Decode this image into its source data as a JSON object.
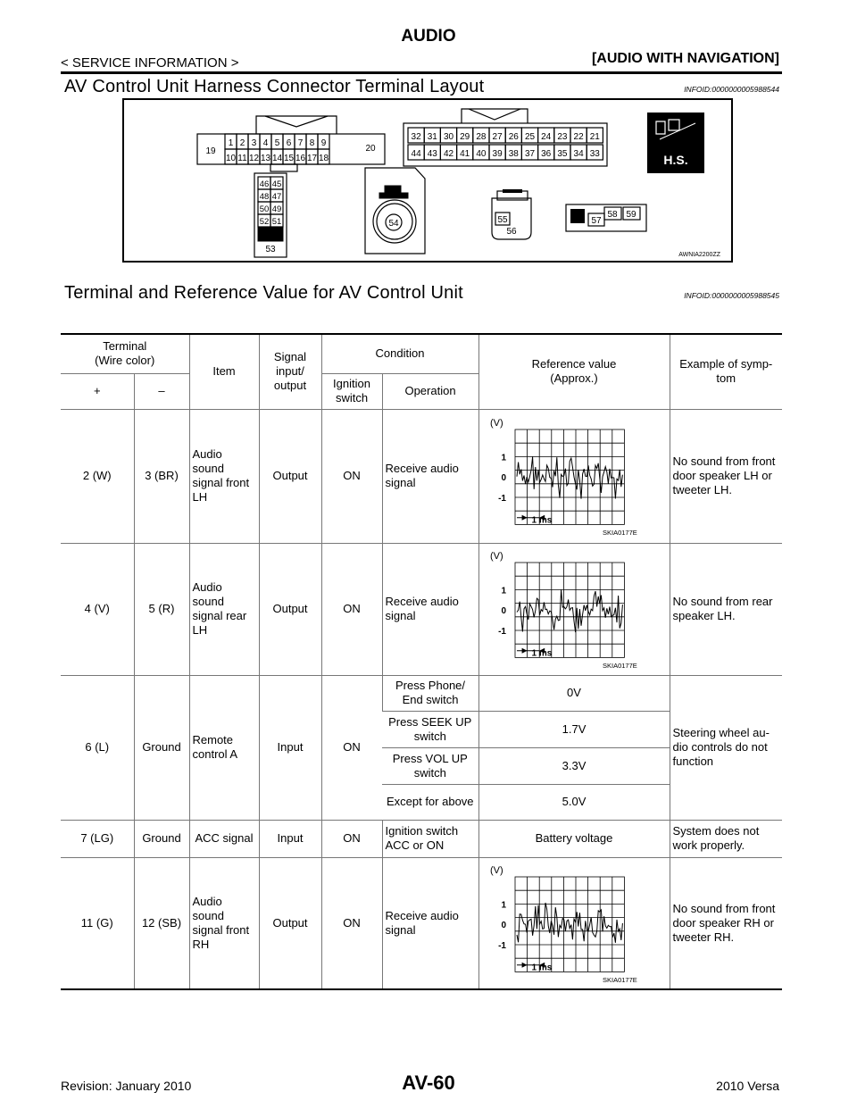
{
  "header": {
    "section": "AUDIO",
    "breadcrumb": "< SERVICE INFORMATION >",
    "subsection": "[AUDIO WITH NAVIGATION]"
  },
  "section1": {
    "title": "AV Control Unit Harness Connector Terminal Layout",
    "infoid": "INFOID:0000000005988544"
  },
  "diagram": {
    "code": "AWNIA2200ZZ",
    "hs_label": "H.S.",
    "connector_a": {
      "left_label": "19",
      "right_label": "20",
      "top_row": [
        "1",
        "2",
        "3",
        "4",
        "5",
        "6",
        "7",
        "8",
        "9"
      ],
      "bottom_row": [
        "10",
        "11",
        "12",
        "13",
        "14",
        "15",
        "16",
        "17",
        "18"
      ]
    },
    "connector_b": {
      "top_row": [
        "32",
        "31",
        "30",
        "29",
        "28",
        "27",
        "26",
        "25",
        "24",
        "23",
        "22",
        "21"
      ],
      "bottom_row": [
        "44",
        "43",
        "42",
        "41",
        "40",
        "39",
        "38",
        "37",
        "36",
        "35",
        "34",
        "33"
      ]
    },
    "connector_c": {
      "rows": [
        [
          "46",
          "45"
        ],
        [
          "48",
          "47"
        ],
        [
          "50",
          "49"
        ],
        [
          "52",
          "51"
        ]
      ],
      "bottom_label": "53"
    },
    "connector_d": {
      "label": "54"
    },
    "connector_e": {
      "top": "55",
      "bottom": "56"
    },
    "connector_f": {
      "labels": [
        "57",
        "58",
        "59"
      ]
    }
  },
  "section2": {
    "title": "Terminal and Reference Value for AV Control Unit",
    "infoid": "INFOID:0000000005988545"
  },
  "table": {
    "headers": {
      "terminal": "Terminal\n(Wire color)",
      "plus": "+",
      "minus": "–",
      "item": "Item",
      "signal": "Signal\ninput/\noutput",
      "condition": "Condition",
      "ignition": "Ignition\nswitch",
      "operation": "Operation",
      "reference": "Reference value\n(Approx.)",
      "symptom": "Example of symp-\ntom"
    },
    "waveform": {
      "unit": "(V)",
      "y_ticks": [
        "1",
        "0",
        "-1"
      ],
      "time_label": "1 ms",
      "code": "SKIA0177E"
    },
    "rows": [
      {
        "plus": "2 (W)",
        "minus": "3 (BR)",
        "item": "Audio sound signal front LH",
        "signal": "Output",
        "ignition": "ON",
        "operation": "Receive audio signal",
        "symptom": "No sound from front door speaker LH or tweeter LH."
      },
      {
        "plus": "4 (V)",
        "minus": "5 (R)",
        "item": "Audio sound signal rear LH",
        "signal": "Output",
        "ignition": "ON",
        "operation": "Receive audio signal",
        "symptom": "No sound from rear speaker LH."
      },
      {
        "plus": "6 (L)",
        "minus": "Ground",
        "item": "Remote control A",
        "signal": "Input",
        "ignition": "ON",
        "sub": [
          {
            "operation": "Press Phone/ End switch",
            "reference": "0V"
          },
          {
            "operation": "Press SEEK UP switch",
            "reference": "1.7V"
          },
          {
            "operation": "Press VOL UP switch",
            "reference": "3.3V"
          },
          {
            "operation": "Except for above",
            "reference": "5.0V"
          }
        ],
        "symptom": "Steering wheel au- dio controls do not function"
      },
      {
        "plus": "7 (LG)",
        "minus": "Ground",
        "item": "ACC signal",
        "signal": "Input",
        "ignition": "ON",
        "operation": "Ignition switch ACC or ON",
        "reference": "Battery voltage",
        "symptom": "System does not work properly."
      },
      {
        "plus": "11 (G)",
        "minus": "12 (SB)",
        "item": "Audio sound signal front RH",
        "signal": "Output",
        "ignition": "ON",
        "operation": "Receive audio signal",
        "symptom": "No sound from front door speaker RH or tweeter RH."
      }
    ]
  },
  "footer": {
    "revision": "Revision: January 2010",
    "page": "AV-60",
    "model": "2010 Versa"
  }
}
